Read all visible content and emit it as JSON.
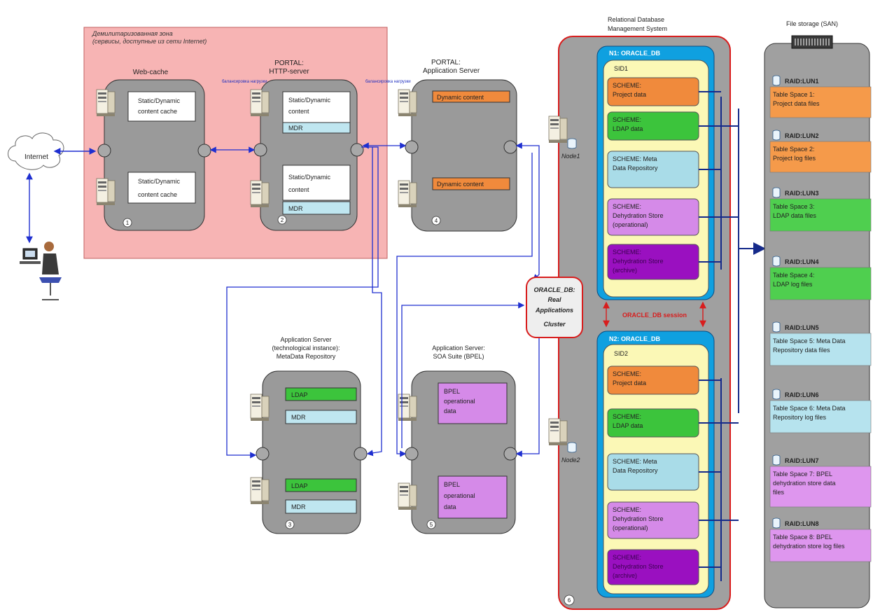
{
  "dmz": {
    "title": "Демилитаризованная зона",
    "subtitle": "(сервисы, доступные из сети Internet)"
  },
  "internet_label": "Internet",
  "balancer_label_1": "балансировка нагрузки",
  "balancer_label_2": "балансировка нагрузки",
  "servers": {
    "webcache": {
      "title": "Web-cache",
      "number": "1",
      "box1_line1": "Static/Dynamic",
      "box1_line2": "content cache",
      "box2_line1": "Static/Dynamic",
      "box2_line2": "content cache"
    },
    "http": {
      "title1": "PORTAL:",
      "title2": "HTTP-server",
      "number": "2",
      "box1_line1": "Static/Dynamic",
      "box1_line2": "content",
      "mdr1": "MDR",
      "box2_line1": "Static/Dynamic",
      "box2_line2": "content",
      "mdr2": "MDR"
    },
    "app": {
      "title1": "PORTAL:",
      "title2": "Application Server",
      "number": "4",
      "dyn1": "Dynamic content",
      "dyn2": "Dynamic content"
    },
    "meta": {
      "title1": "Application Server",
      "title2": "(technological instance):",
      "title3": "MetaData Repository",
      "number": "3",
      "ldap1": "LDAP",
      "mdr1": "MDR",
      "ldap2": "LDAP",
      "mdr2": "MDR"
    },
    "soa": {
      "title1": "Application Server:",
      "title2": "SOA Suite (BPEL)",
      "number": "5",
      "bpel1_l1": "BPEL",
      "bpel1_l2": "operational",
      "bpel1_l3": "data",
      "bpel2_l1": "BPEL",
      "bpel2_l2": "operational",
      "bpel2_l3": "data"
    }
  },
  "rac": {
    "line1": "ORACLE_DB:",
    "line2": "Real",
    "line3": "Applications",
    "line4": "Cluster"
  },
  "rdbms": {
    "title1": "Relational Database",
    "title2": "Management System",
    "number": "6",
    "node1": "Node1",
    "node2": "Node2",
    "session": "ORACLE_DB session"
  },
  "db1": {
    "title": "N1: ORACLE_DB",
    "sid": "SID1"
  },
  "db2": {
    "title": "N2: ORACLE_DB",
    "sid": "SID2"
  },
  "schemes": [
    {
      "line1": "SCHEME:",
      "line2": "Project data",
      "color": "#f08a3c"
    },
    {
      "line1": "SCHEME:",
      "line2": "LDAP data",
      "color": "#3cc43c"
    },
    {
      "line1": "SCHEME: Meta",
      "line2": "Data Repository",
      "color": "#a9dce8"
    },
    {
      "line1": "SCHEME:",
      "line2": "Dehydration Store",
      "line3": "(operational)",
      "color": "#d58ae8"
    },
    {
      "line1": "SCHEME:",
      "line2": "Dehydration Store",
      "line3": "(archive)",
      "color": "#9a10c0"
    }
  ],
  "storage": {
    "title": "File storage (SAN)",
    "luns": [
      {
        "name": "RAID:LUN1",
        "line1": "Table Space 1:",
        "line2": "Project data files",
        "color": "#f59a4a"
      },
      {
        "name": "RAID:LUN2",
        "line1": "Table Space 2:",
        "line2": "Project log files",
        "color": "#f59a4a"
      },
      {
        "name": "RAID:LUN3",
        "line1": "Table Space 3:",
        "line2": "LDAP data files",
        "color": "#4fcf4f"
      },
      {
        "name": "RAID:LUN4",
        "line1": "Table Space 4:",
        "line2": "LDAP log files",
        "color": "#4fcf4f"
      },
      {
        "name": "RAID:LUN5",
        "line1": "Table Space 5: Meta Data",
        "line2": "Repository data files",
        "color": "#b6e3ee"
      },
      {
        "name": "RAID:LUN6",
        "line1": "Table Space 6: Meta Data",
        "line2": "Repository log files",
        "color": "#b6e3ee"
      },
      {
        "name": "RAID:LUN7",
        "line1": "Table Space 7: BPEL",
        "line2": "dehydration store data",
        "line3": "files",
        "color": "#de96ee"
      },
      {
        "name": "RAID:LUN8",
        "line1": "Table Space 8: BPEL",
        "line2": "dehydration store log files",
        "color": "#de96ee"
      }
    ]
  }
}
